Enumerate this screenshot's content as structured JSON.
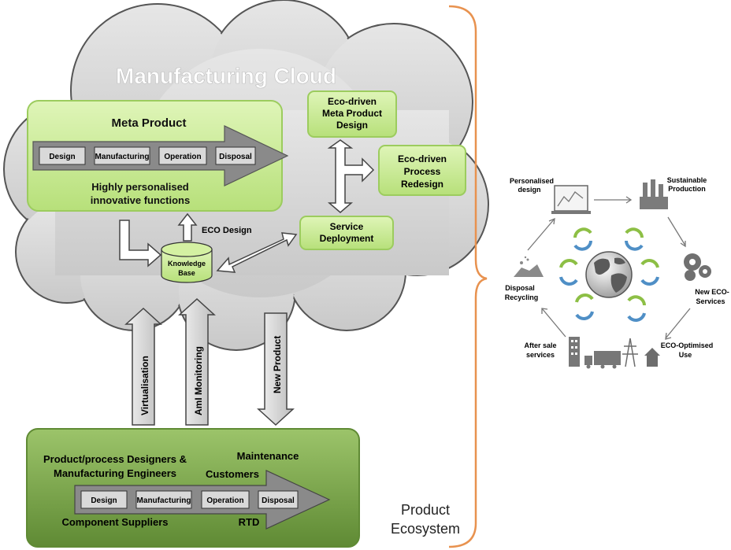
{
  "cloud": {
    "title": "Manufacturing Cloud"
  },
  "meta_product": {
    "title": "Meta Product",
    "stages": [
      "Design",
      "Manufacturing",
      "Operation",
      "Disposal"
    ],
    "subtitle_line1": "Highly personalised",
    "subtitle_line2": "innovative functions"
  },
  "eco_meta": {
    "line1": "Eco-driven",
    "line2": "Meta Product",
    "line3": "Design"
  },
  "eco_process": {
    "line1": "Eco-driven",
    "line2": "Process",
    "line3": "Redesign"
  },
  "service": {
    "line1": "Service",
    "line2": "Deployment"
  },
  "knowledge": {
    "line1": "Knowledge",
    "line2": "Base"
  },
  "eco_design_label": "ECO Design",
  "vertical_arrows": {
    "virtualisation": "Virtualisation",
    "aml": "AmI Monitoring",
    "new_product": "New Product"
  },
  "ecosystem_box": {
    "designers_line1": "Product/process Designers &",
    "designers_line2": "Manufacturing Engineers",
    "maintenance": "Maintenance",
    "customers": "Customers",
    "stages": [
      "Design",
      "Manufacturing",
      "Operation",
      "Disposal"
    ],
    "suppliers": "Component Suppliers",
    "rtd": "RTD"
  },
  "product_ecosystem": {
    "line1": "Product",
    "line2": "Ecosystem"
  },
  "lifecycle": {
    "personalised_line1": "Personalised",
    "personalised_line2": "design",
    "sustainable_line1": "Sustainable",
    "sustainable_line2": "Production",
    "new_eco_line1": "New ECO-",
    "new_eco_line2": "Services",
    "eco_optimised_line1": "ECO-Optimised",
    "eco_optimised_line2": "Use",
    "after_sale_line1": "After sale",
    "after_sale_line2": "services",
    "disposal_line1": "Disposal",
    "disposal_line2": "Recycling"
  },
  "colors": {
    "cloud_fill": "#d4d4d4",
    "green_box": "#c6ec8e",
    "green_box_dark": "#7fa84a",
    "bracket": "#e8924f"
  }
}
